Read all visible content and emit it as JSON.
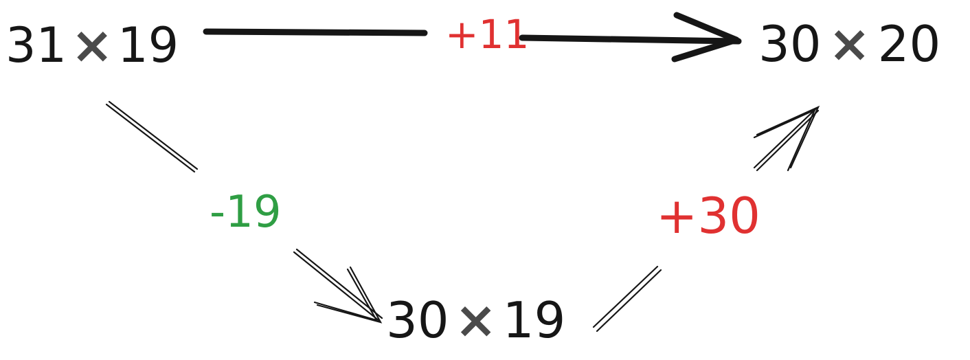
{
  "nodes": {
    "start": {
      "left": "31",
      "op": "×",
      "right": "19"
    },
    "end": {
      "left": "30",
      "op": "×",
      "right": "20"
    },
    "middle": {
      "left": "30",
      "op": "×",
      "right": "19"
    }
  },
  "edges": {
    "direct": {
      "label": "+11",
      "color": "#e03131"
    },
    "down": {
      "label": "-19",
      "color": "#2f9e44"
    },
    "up": {
      "label": "+30",
      "color": "#e03131"
    }
  },
  "colors": {
    "ink": "#161616",
    "operator": "#4a4a4a"
  }
}
